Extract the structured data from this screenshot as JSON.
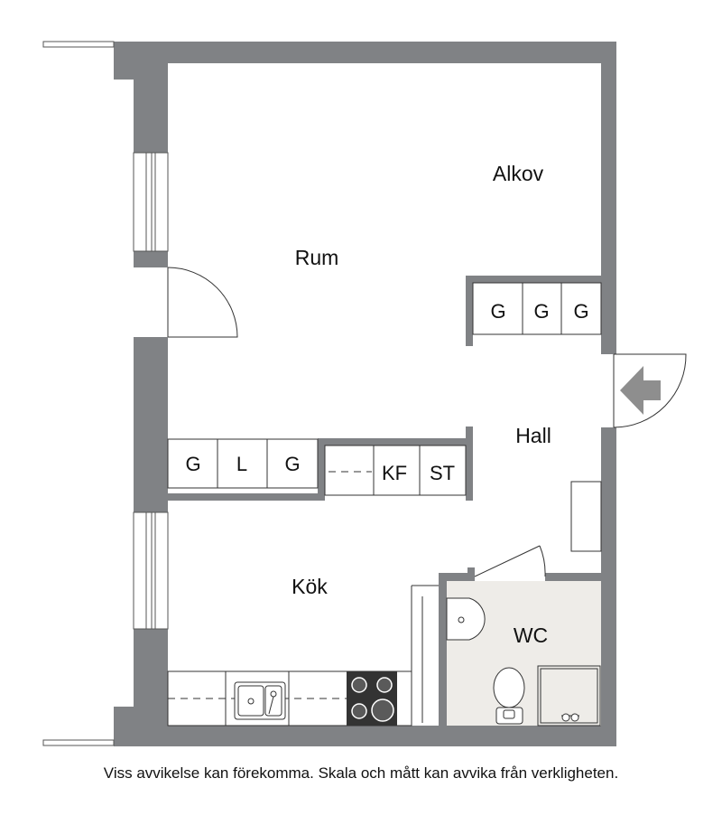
{
  "rooms": {
    "rum": "Rum",
    "alkov": "Alkov",
    "hall": "Hall",
    "kok": "Kök",
    "wc": "WC"
  },
  "cabinets": {
    "hall_top": [
      "G",
      "G",
      "G"
    ],
    "rum_lower": [
      "G",
      "L",
      "G"
    ],
    "kok_upper": [
      "KF",
      "ST"
    ]
  },
  "disclaimer": "Viss avvikelse kan förekomma. Skala och mått kan avvika från verkligheten.",
  "colors": {
    "wall": "#808285",
    "floor": "#ffffff",
    "wc_floor": "#eeece8",
    "line": "#333333",
    "arrow": "#8e8e8e"
  }
}
